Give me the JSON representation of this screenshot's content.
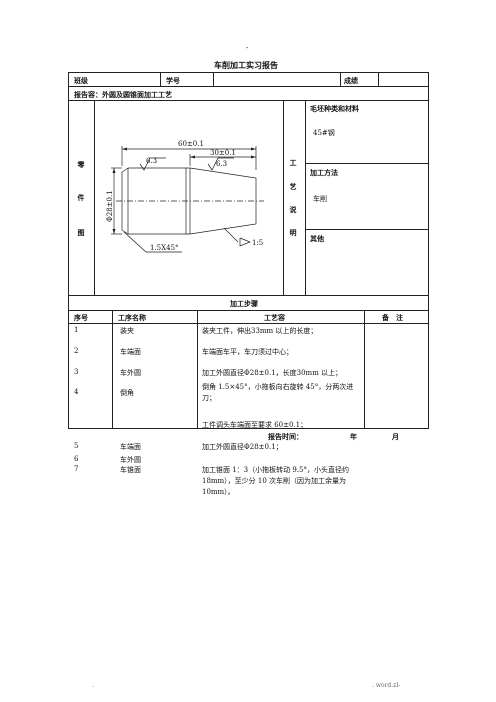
{
  "page": {
    "top_mark": "-",
    "title": "车削加工实习报告",
    "footer_left": ".",
    "footer_right": ". word.zl-"
  },
  "header_row": {
    "class_label": "班级",
    "student_no_label": "学号",
    "score_label": "成绩"
  },
  "report_title": "报告容：外圆及圆锥面加工工艺",
  "part_drawing": {
    "side_label": [
      "零",
      "件",
      "图"
    ],
    "dims": {
      "overall_length": "60±0.1",
      "taper_length": "30±0.1",
      "roughness_left": "6.3",
      "roughness_right": "6.3",
      "diameter": "Φ28±0.1",
      "chamfer": "1.5X45°",
      "taper_ratio": "1:5"
    }
  },
  "process_notes": {
    "side_label": [
      "工",
      "艺",
      "说",
      "明"
    ],
    "blank_title": "毛坯种类和材料",
    "blank_value": "45#钢",
    "method_title": "加工方法",
    "method_value": "车削",
    "other_title": "其他"
  },
  "steps": {
    "section_title": "加工步骤",
    "headers": {
      "no": "序号",
      "name": "工序名称",
      "content": "工艺容",
      "remark": "备　注"
    },
    "rows": [
      {
        "no": "1",
        "name": "装夹",
        "content": "装夹工件，伸出33mm 以上的长度；"
      },
      {
        "no": "2",
        "name": "车端面",
        "content": "车端面车平，车刀须过中心；"
      },
      {
        "no": "3",
        "name": "车外圆",
        "content": "加工外圆直径Φ28±0.1，长度30mm 以上；"
      },
      {
        "no": "4",
        "name": "倒角",
        "content": "倒角 1.5×45°，小拖板向右旋转 45°，分两次进刀；"
      },
      {
        "no": "",
        "name": "",
        "content": "工件调头车端面至要求 60±0.1；"
      },
      {
        "no": "5",
        "name": "车端面",
        "content": "加工外圆直径Φ28±0.1；"
      },
      {
        "no": "6",
        "name": "车外圆",
        "content": ""
      },
      {
        "no": "7",
        "name": "车锥面",
        "content": "加工锥面 1：3（小拖板转动 9.5°，小头直径约 18mm），至少分 10 次车削（因为加工余量为10mm）。"
      }
    ]
  },
  "report_date": {
    "label": "报告时间：",
    "year": "年",
    "month": "月"
  }
}
